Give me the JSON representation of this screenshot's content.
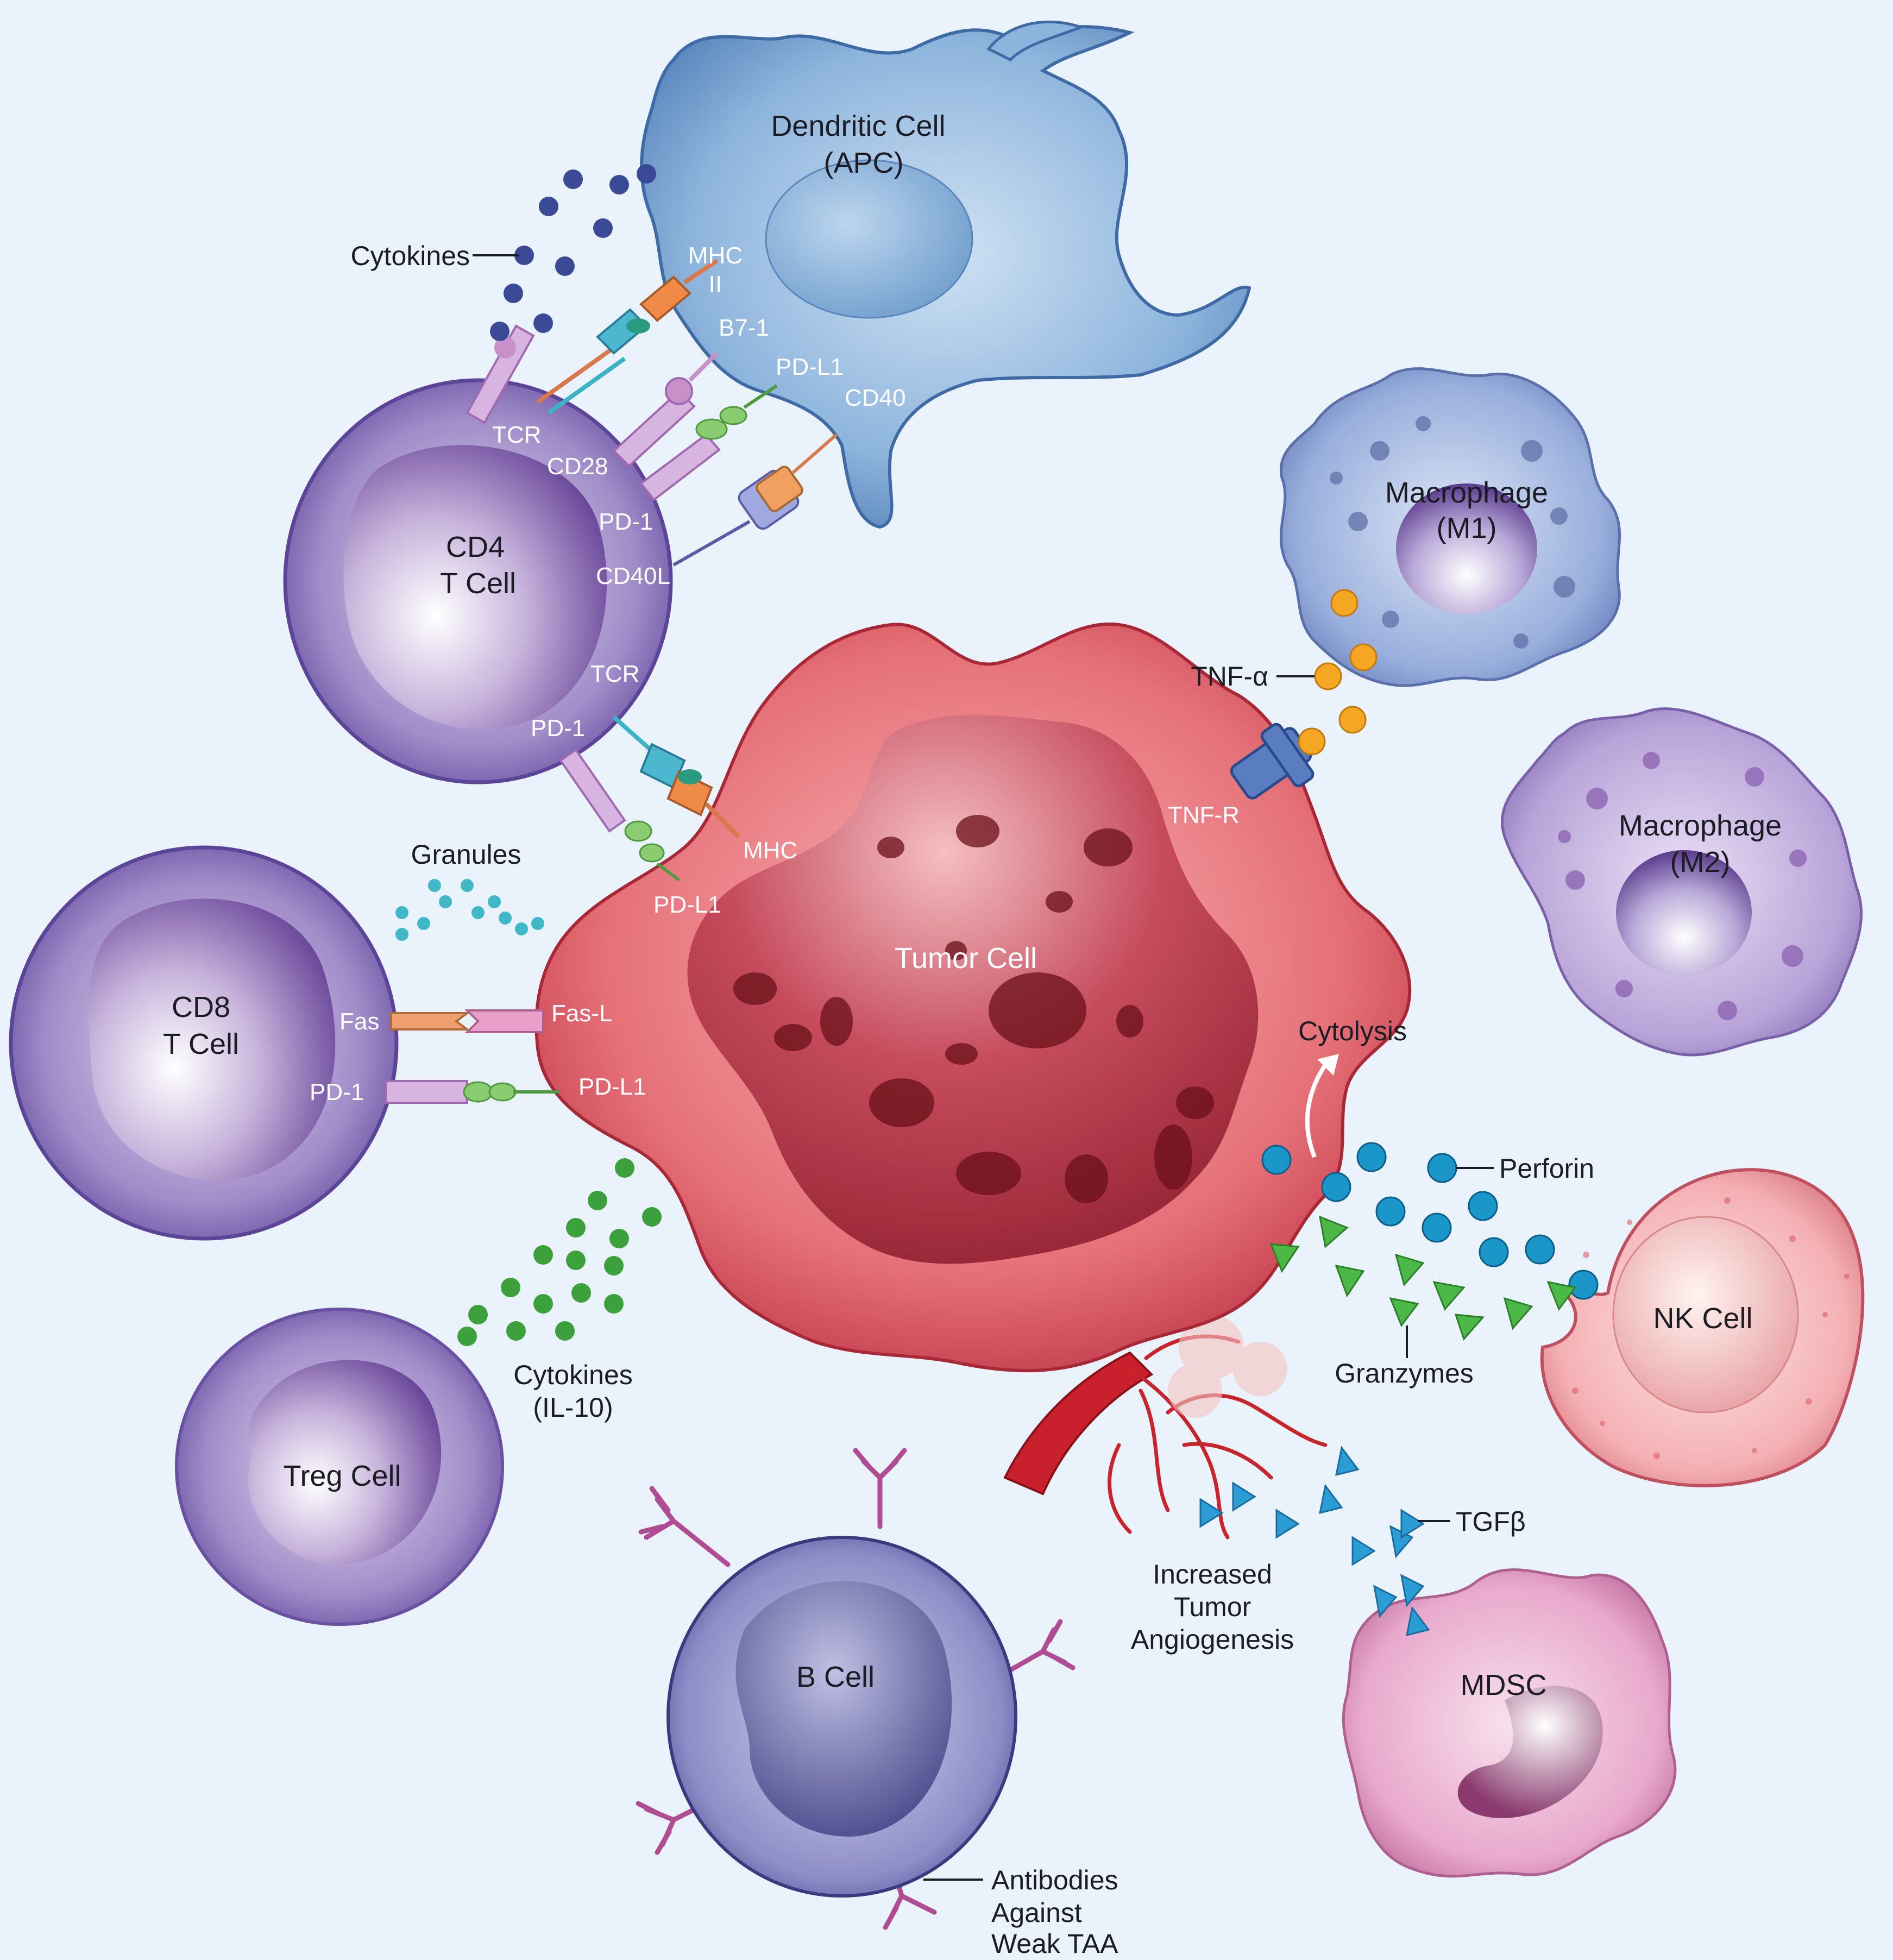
{
  "cells": {
    "dendritic": "Dendritic Cell",
    "dendritic_sub": "(APC)",
    "cd4_line1": "CD4",
    "cd4_line2": "T Cell",
    "cd8_line1": "CD8",
    "cd8_line2": "T Cell",
    "tumor": "Tumor Cell",
    "macrophage_m1": "Macrophage",
    "macrophage_m1_sub": "(M1)",
    "macrophage_m2": "Macrophage",
    "macrophage_m2_sub": "(M2)",
    "nk": "NK Cell",
    "treg": "Treg Cell",
    "b_cell": "B Cell",
    "mdsc": "MDSC"
  },
  "receptors": {
    "mhc_ii_line1": "MHC",
    "mhc_ii_line2": "II",
    "b7_1": "B7-1",
    "pd_l1_dc": "PD-L1",
    "cd40": "CD40",
    "tcr_cd4": "TCR",
    "cd28": "CD28",
    "pd_1_cd4": "PD-1",
    "cd40l": "CD40L",
    "tcr_cd4_lower": "TCR",
    "pd_1_cd4_lower": "PD-1",
    "mhc_tumor": "MHC",
    "pd_l1_tumor": "PD-L1",
    "fas": "Fas",
    "fas_l": "Fas-L",
    "pd_1_cd8": "PD-1",
    "pd_l1_tumor_lower": "PD-L1",
    "tnf_r": "TNF-R"
  },
  "labels": {
    "cytokines_top": "Cytokines",
    "granules": "Granules",
    "tnf_alpha": "TNF-α",
    "cytolysis": "Cytolysis",
    "perforin": "Perforin",
    "granzymes": "Granzymes",
    "cytokines_il10_line1": "Cytokines",
    "cytokines_il10_line2": "(IL-10)",
    "angiogenesis_line1": "Increased",
    "angiogenesis_line2": "Tumor",
    "angiogenesis_line3": "Angiogenesis",
    "tgfb": "TGFβ",
    "antibodies_line1": "Antibodies",
    "antibodies_line2": "Against",
    "antibodies_line3": "Weak TAA"
  },
  "colors": {
    "background": "#eaf3fb",
    "dendritic": "#8db4dc",
    "t_cell": "#a08cc8",
    "tumor": "#e06470",
    "macrophage_m1": "#98aedc",
    "macrophage_m2": "#b8a4d8",
    "nk": "#f4b0b4",
    "b_cell": "#8e8ec8",
    "mdsc": "#e8a8cc",
    "tnf_alpha": "#f5a623",
    "perforin": "#1a96c8",
    "granzymes": "#4cb848",
    "il10": "#3ca03c",
    "tgfb": "#2c9cd4",
    "granules": "#40b8c8",
    "cytokines_top": "#3a4a96"
  }
}
